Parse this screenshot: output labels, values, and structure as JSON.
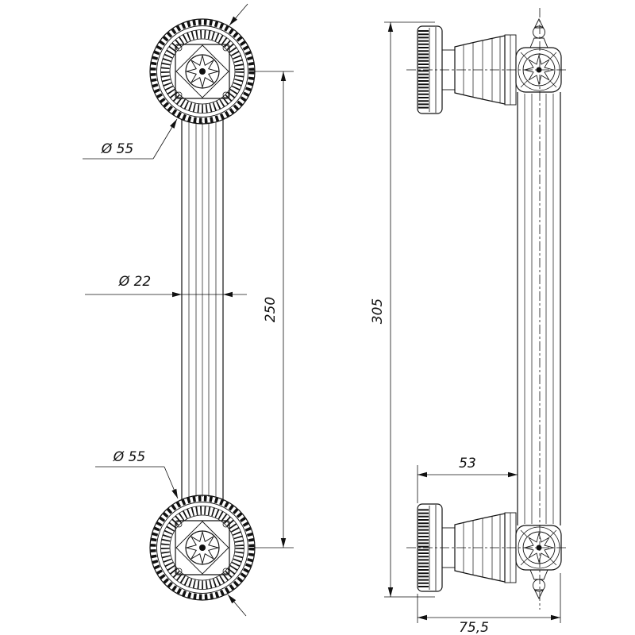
{
  "drawing": {
    "type": "technical-drawing",
    "subject": "door pull handle, two orthographic views",
    "line_color": "#111111",
    "background": "#ffffff"
  },
  "front_view": {
    "dim_rosette_top": "Ø 55",
    "dim_bar_diameter": "Ø 22",
    "dim_center_distance": "250",
    "dim_rosette_bottom": "Ø 55"
  },
  "side_view": {
    "dim_overall_length": "305",
    "dim_projection": "53",
    "dim_overall_depth": "75,5"
  }
}
